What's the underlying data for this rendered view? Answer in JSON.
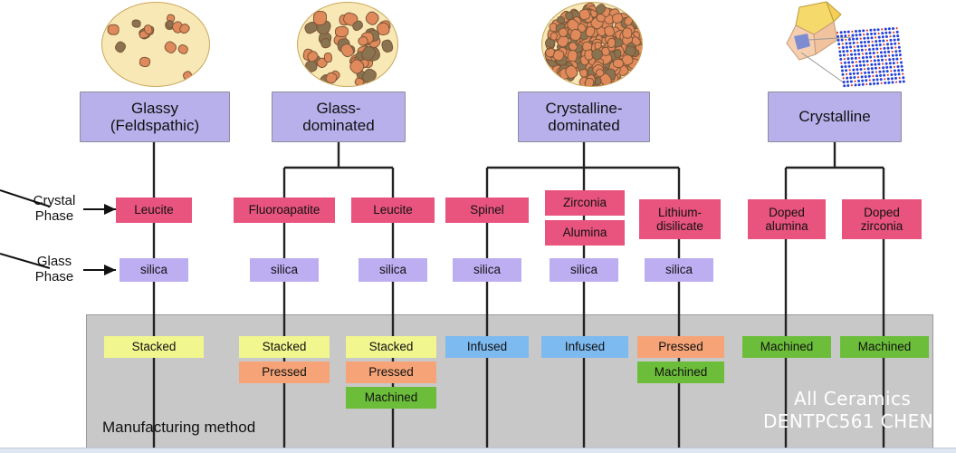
{
  "diagram": {
    "title_watermark_line1": "All Ceramics",
    "title_watermark_line2": "DENTPC561 CHEN",
    "manufacturing_panel_label": "Manufacturing method",
    "row_labels": {
      "crystal_phase": "Crystal\nPhase",
      "crystal_phase_line1": "Crystal",
      "crystal_phase_line2": "Phase",
      "glass_phase_line1": "Glass",
      "glass_phase_line2": "Phase"
    },
    "colors": {
      "header_box": "#b7b0ea",
      "crystal_box": "#e8547e",
      "silica_box": "#bdaef2",
      "stacked": "#f2f68e",
      "pressed": "#f6a477",
      "machined": "#6cbe3a",
      "infused": "#7dbaf0",
      "panel_gray": "#c8c8c8",
      "wire": "#222222",
      "micro_matrix": "#f7e8b6",
      "micro_particle": "#e08a5c",
      "watermark": "#ffffff"
    },
    "categories": [
      {
        "id": "glassy",
        "header_line1": "Glassy",
        "header_line2": "(Feldspathic)",
        "microstructure_icon": "sparse-crystal-circle-icon",
        "microstructure_density": "sparse",
        "branches": [
          {
            "crystal_phases": [
              "Leucite"
            ],
            "glass_phase": "silica",
            "methods": [
              "Stacked"
            ]
          }
        ]
      },
      {
        "id": "glass-dominated",
        "header_line1": "Glass-",
        "header_line2": "dominated",
        "microstructure_icon": "medium-crystal-circle-icon",
        "microstructure_density": "medium",
        "branches": [
          {
            "crystal_phases": [
              "Fluoroapatite"
            ],
            "glass_phase": "silica",
            "methods": [
              "Stacked",
              "Pressed"
            ]
          },
          {
            "crystal_phases": [
              "Leucite"
            ],
            "glass_phase": "silica",
            "methods": [
              "Stacked",
              "Pressed",
              "Machined"
            ]
          }
        ]
      },
      {
        "id": "crystalline-dominated",
        "header_line1": "Crystalline-",
        "header_line2": "dominated",
        "microstructure_icon": "dense-crystal-circle-icon",
        "microstructure_density": "dense",
        "branches": [
          {
            "crystal_phases": [
              "Spinel"
            ],
            "glass_phase": "silica",
            "methods": [
              "Infused"
            ]
          },
          {
            "crystal_phases": [
              "Zirconia",
              "Alumina"
            ],
            "glass_phase": "silica",
            "methods": [
              "Infused"
            ]
          },
          {
            "crystal_phases": [
              "Lithium-\ndisilicate"
            ],
            "crystal_phase_line1": "Lithium-",
            "crystal_phase_line2": "disilicate",
            "glass_phase": "silica",
            "methods": [
              "Pressed",
              "Machined"
            ]
          }
        ]
      },
      {
        "id": "crystalline",
        "header_line1": "Crystalline",
        "header_line2": "",
        "microstructure_icon": "crystal-lattice-icon",
        "microstructure_density": "full",
        "branches": [
          {
            "crystal_phases": [
              "Doped\nalumina"
            ],
            "crystal_phase_line1": "Doped",
            "crystal_phase_line2": "alumina",
            "glass_phase": "",
            "methods": [
              "Machined"
            ]
          },
          {
            "crystal_phases": [
              "Doped\nzirconia"
            ],
            "crystal_phase_line1": "Doped",
            "crystal_phase_line2": "zirconia",
            "glass_phase": "",
            "methods": [
              "Machined"
            ]
          }
        ]
      }
    ],
    "boxes": {
      "h_glassy_l1": "Glassy",
      "h_glassy_l2": "(Feldspathic)",
      "h_glassdom_l1": "Glass-",
      "h_glassdom_l2": "dominated",
      "h_crysdom_l1": "Crystalline-",
      "h_crysdom_l2": "dominated",
      "h_crys_l1": "Crystalline",
      "c_leucite1": "Leucite",
      "c_fluoroapatite": "Fluoroapatite",
      "c_leucite2": "Leucite",
      "c_spinel": "Spinel",
      "c_zirconia": "Zirconia",
      "c_alumina": "Alumina",
      "c_lithium_l1": "Lithium-",
      "c_lithium_l2": "disilicate",
      "c_dopedalumina_l1": "Doped",
      "c_dopedalumina_l2": "alumina",
      "c_dopedzirconia_l1": "Doped",
      "c_dopedzirconia_l2": "zirconia",
      "s1": "silica",
      "s2": "silica",
      "s3": "silica",
      "s4": "silica",
      "s5": "silica",
      "s6": "silica",
      "m1_stacked": "Stacked",
      "m2_stacked": "Stacked",
      "m2_pressed": "Pressed",
      "m3_stacked": "Stacked",
      "m3_pressed": "Pressed",
      "m3_machined": "Machined",
      "m4_infused": "Infused",
      "m5_infused": "Infused",
      "m6_pressed": "Pressed",
      "m6_machined": "Machined",
      "m7_machined": "Machined",
      "m8_machined": "Machined"
    }
  }
}
